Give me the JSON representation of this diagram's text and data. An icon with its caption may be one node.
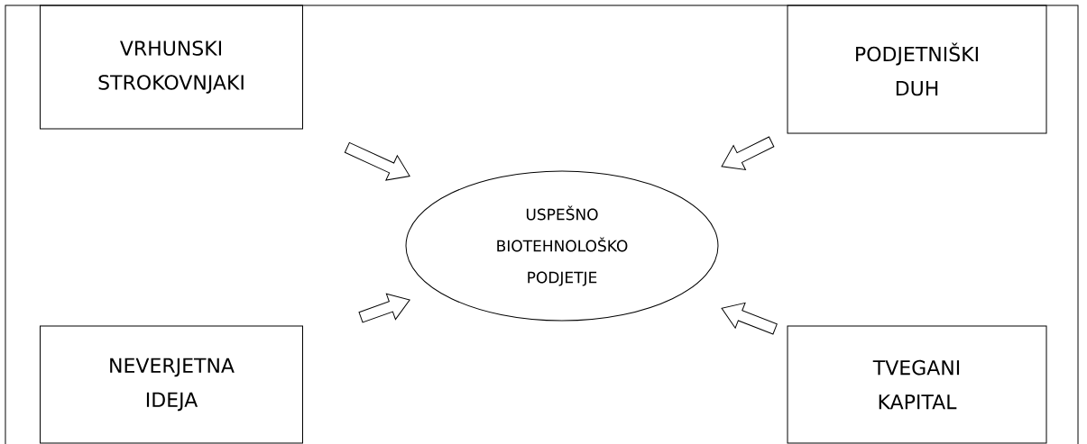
{
  "diagram": {
    "nodes": [
      {
        "text": [
          "VRHUNSKI STROKOVNJAKI"
        ]
      },
      {
        "text": [
          "PODJETNIŠKI DUH"
        ]
      },
      {
        "text": [
          "NEVERJETNA IDEJA"
        ]
      },
      {
        "text": [
          "TVEGANI KAPITAL"
        ]
      },
      {
        "text": [
          "USPEŠNO BIOTEHNOLOŠKO PODJETJE"
        ]
      }
    ],
    "edges": [
      {
        "from": 0,
        "to": 4,
        "arrow": "to"
      },
      {
        "from": 1,
        "to": 4,
        "arrow": "to"
      },
      {
        "from": 2,
        "to": 4,
        "arrow": "to"
      },
      {
        "from": 3,
        "to": 4,
        "arrow": "to"
      }
    ]
  }
}
